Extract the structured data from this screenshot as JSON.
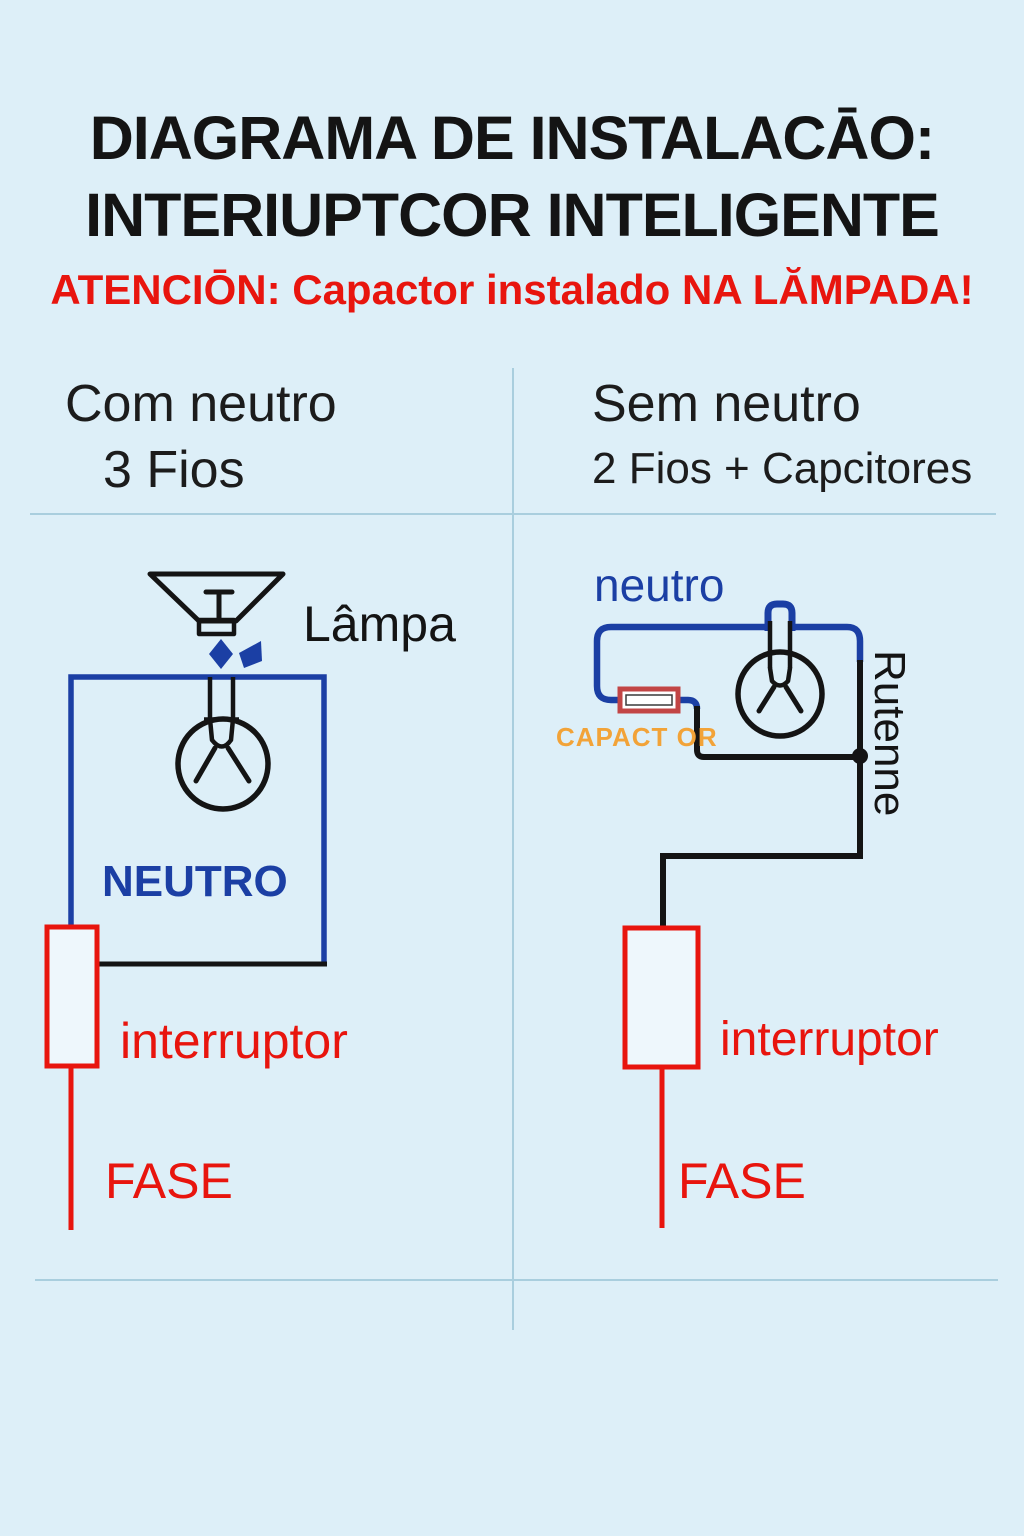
{
  "colors": {
    "bg": "#ddeff8",
    "ink": "#141414",
    "red": "#e8150e",
    "blue": "#1b3fa4",
    "orange": "#f2a338",
    "divider": "#a9cede",
    "capBorder": "#c24545",
    "boxFill": "#eef7fc"
  },
  "header": {
    "title_line1": "DIAGRAMA DE INSTALACĀO:",
    "title_line2": "INTERIUPTCOR INTELIGENTE",
    "warning": "ATENCIŌN: Capactor instalado NA LĂMPADA!"
  },
  "left_panel": {
    "heading_line1": "Com neutro",
    "heading_line2": "3 Fios",
    "lamp_label": "Lâmpa",
    "neutral_label": "NEUTRO",
    "switch_label": "interruptor",
    "phase_label": "FASE"
  },
  "right_panel": {
    "heading_line1": "Sem neutro",
    "heading_line2": "2 Fios + Capcitores",
    "neutral_label": "neutro",
    "capacitor_label": "CAPACT OR",
    "return_label": "Rutenne",
    "switch_label": "interruptor",
    "phase_label": "FASE"
  }
}
